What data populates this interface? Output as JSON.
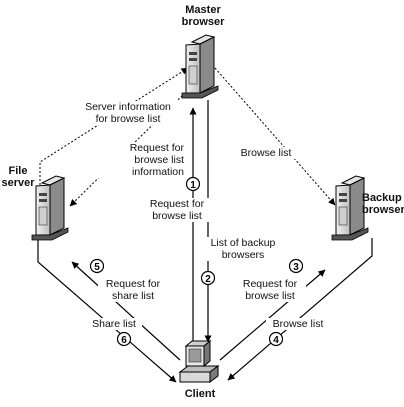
{
  "nodes": {
    "master": "Master\nbrowser",
    "file_server": "File\nserver",
    "backup": "Backup\nbrowser",
    "client": "Client"
  },
  "labels": {
    "server_info": "Server information\nfor browse list",
    "request_browse_info": "Request for\nbrowse list\ninformation",
    "browse_list_top": "Browse list",
    "step1": "Request for\nbrowse list",
    "list_backup": "List of backup\nbrowsers",
    "step3": "Request for\nbrowse list",
    "step5": "Request for\nshare list",
    "share_list": "Share list",
    "browse_list_bottom": "Browse list"
  },
  "steps": [
    "1",
    "2",
    "3",
    "4",
    "5",
    "6"
  ]
}
